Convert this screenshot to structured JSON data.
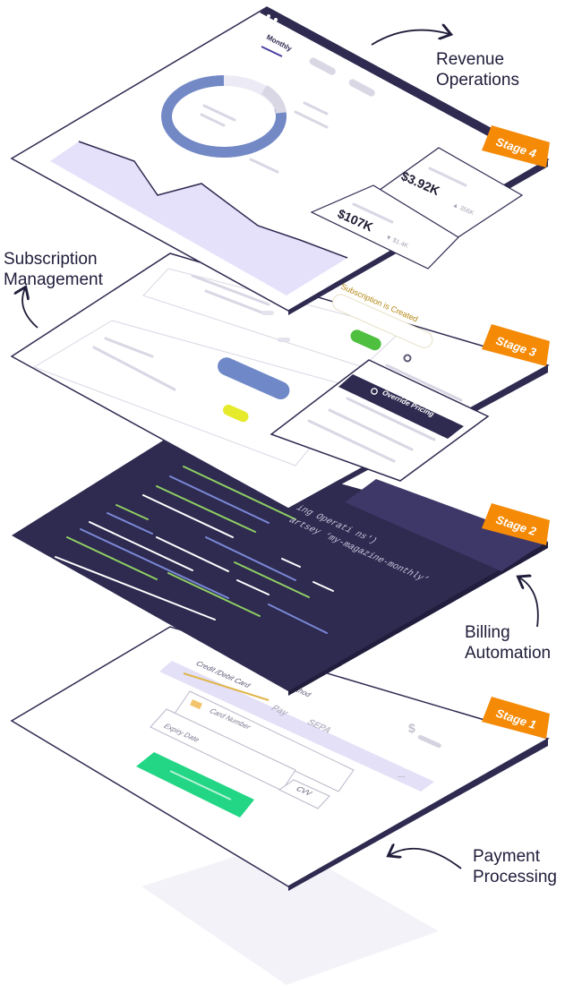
{
  "captions": {
    "revenue": "Revenue\nOperations",
    "subscription": "Subscription\nManagement",
    "billing": "Billing\nAutomation",
    "payment": "Payment\nProcessing"
  },
  "stages": {
    "stage4": "Stage 4",
    "stage3": "Stage 3",
    "stage2": "Stage 2",
    "stage1": "Stage 1"
  },
  "revenue_panel": {
    "tab_monthly": "Monthly",
    "kpi_1_value": "$3.92K",
    "kpi_1_delta": "▲ 356K",
    "kpi_2_value": "$107K",
    "kpi_2_delta": "▼ $1.4K"
  },
  "subscription_panel": {
    "status_text": "Subscription is Created",
    "override_button": "Override Pricing"
  },
  "billing_panel": {
    "code_line_1": "ing Operati ns')",
    "code_line_2": "artsey ‘my-magazine-monthly’"
  },
  "payment_panel": {
    "tab_card": "Credit /Debit Card",
    "tab_method": "thod",
    "apple_pay": "Pay",
    "sepa": "SEPA",
    "card_number_placeholder": "Card Number",
    "expiry_placeholder": "Expiry Date",
    "cvv_placeholder": "CVV",
    "more_dots": "..."
  },
  "colors": {
    "navy": "#2e2a50",
    "orange": "#f58a07",
    "green_button": "#22d685",
    "lavender": "#e6e1fb",
    "blue_gray": "#7389c6",
    "code_green": "#8fcf62",
    "code_blue": "#7a88d6"
  }
}
